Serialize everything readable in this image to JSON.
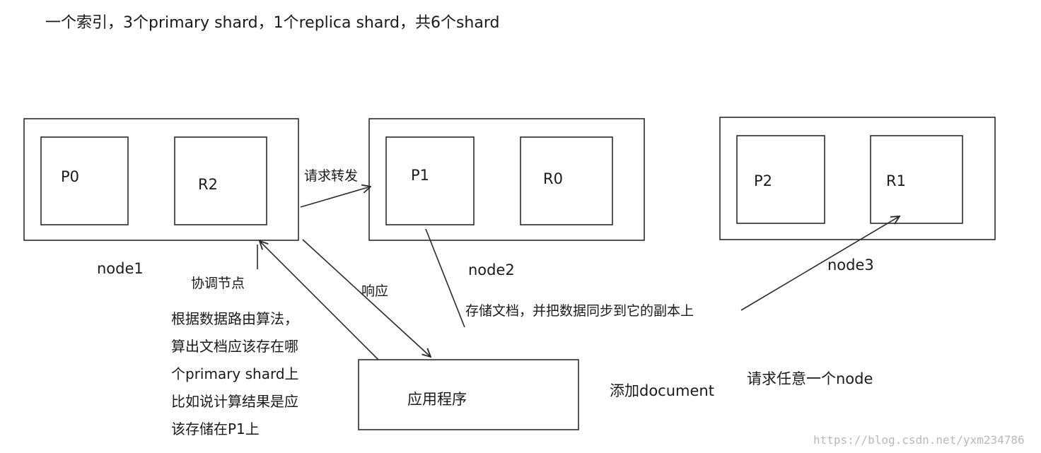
{
  "title": "一个索引，3个primary shard，1个replica shard，共6个shard",
  "nodes": [
    {
      "name": "node1",
      "shards": [
        "P0",
        "R2"
      ]
    },
    {
      "name": "node2",
      "shards": [
        "P1",
        "R0"
      ]
    },
    {
      "name": "node3",
      "shards": [
        "P2",
        "R1"
      ]
    }
  ],
  "app_label": "应用程序",
  "labels": {
    "forward": "请求转发",
    "coordinator": "协调节点",
    "response": "响应",
    "store": "存储文档，并把数据同步到它的副本上",
    "add_document": "添加document",
    "request_any": "请求任意一个node"
  },
  "routing_note": [
    "根据数据路由算法，",
    "算出文档应该存在哪",
    "个primary shard上",
    "比如说计算结果是应",
    "该存储在P1上"
  ],
  "watermark": "https://blog.csdn.net/yxm234786",
  "colors": {
    "line": "#2b2b2b",
    "text": "#1a1a1a",
    "watermark": "#b9b9b9"
  }
}
